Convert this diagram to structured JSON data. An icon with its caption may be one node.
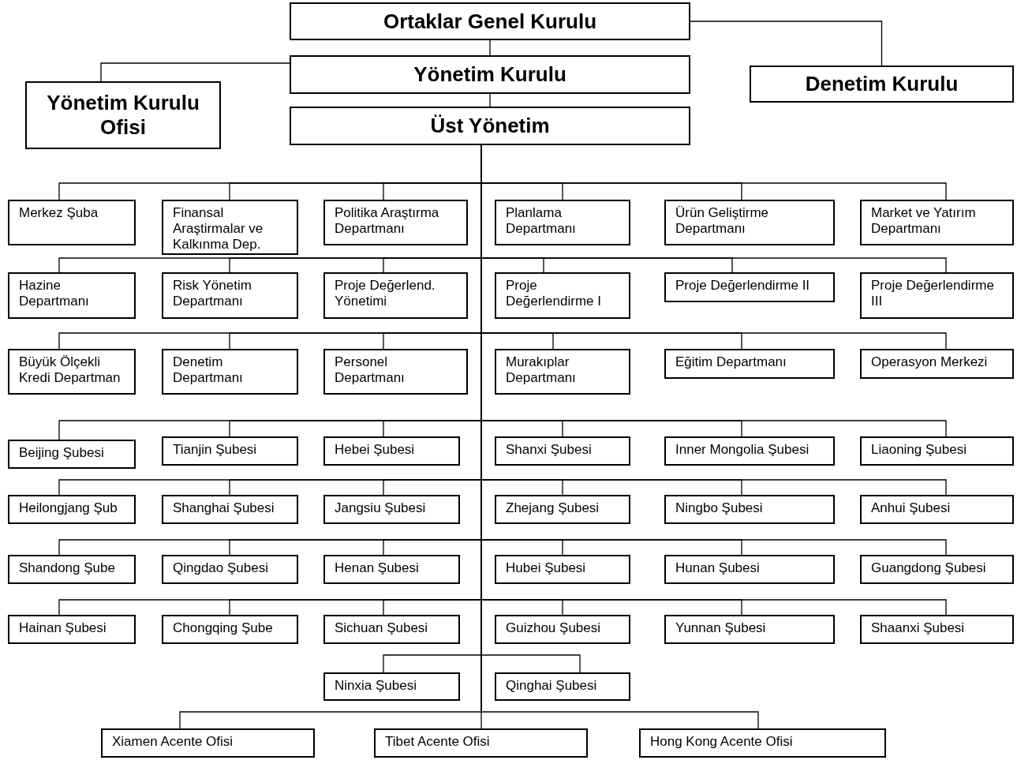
{
  "diagram": {
    "nodes": [
      {
        "text": [
          "Ortaklar Genel Kurulu"
        ]
      },
      {
        "text": [
          "Yönetim Kurulu Ofisi"
        ]
      },
      {
        "text": [
          "Yönetim Kurulu"
        ]
      },
      {
        "text": [
          "Denetim Kurulu"
        ]
      },
      {
        "text": [
          "Üst Yönetim"
        ]
      },
      {
        "text": [
          "Merkez Şuba"
        ]
      },
      {
        "text": [
          "Finansal Araştirmalar ve Kalkınma Dep."
        ]
      },
      {
        "text": [
          "Politika Araştırma Departmanı"
        ]
      },
      {
        "text": [
          "Planlama Departmanı"
        ]
      },
      {
        "text": [
          "Ürün Geliştirme Departmanı"
        ]
      },
      {
        "text": [
          "Market ve Yatırım Departmanı"
        ]
      },
      {
        "text": [
          "Hazine Departmanı"
        ]
      },
      {
        "text": [
          "Risk Yönetim Departmanı"
        ]
      },
      {
        "text": [
          "Proje Değerlend. Yönetimi"
        ]
      },
      {
        "text": [
          "Proje Değerlendirme I"
        ]
      },
      {
        "text": [
          "Proje Değerlendirme II"
        ]
      },
      {
        "text": [
          "Proje Değerlendirme III"
        ]
      },
      {
        "text": [
          "Büyük Ölçekli Kredi Departman"
        ]
      },
      {
        "text": [
          "Denetim Departmanı"
        ]
      },
      {
        "text": [
          "Personel Departmanı"
        ]
      },
      {
        "text": [
          "Murakıplar Departmanı"
        ]
      },
      {
        "text": [
          "Eğitim Departmanı"
        ]
      },
      {
        "text": [
          "Operasyon Merkezi"
        ]
      },
      {
        "text": [
          "Beijing Şubesi"
        ]
      },
      {
        "text": [
          "Tianjin Şubesi"
        ]
      },
      {
        "text": [
          "Hebei Şubesi"
        ]
      },
      {
        "text": [
          "Shanxi Şubesi"
        ]
      },
      {
        "text": [
          "Inner Mongolia Şubesi"
        ]
      },
      {
        "text": [
          "Liaoning Şubesi"
        ]
      },
      {
        "text": [
          "Heilongjang Şub"
        ]
      },
      {
        "text": [
          "Shanghai Şubesi"
        ]
      },
      {
        "text": [
          "Jangsiu Şubesi"
        ]
      },
      {
        "text": [
          "Zhejang Şubesi"
        ]
      },
      {
        "text": [
          "Ningbo Şubesi"
        ]
      },
      {
        "text": [
          "Anhui Şubesi"
        ]
      },
      {
        "text": [
          "Shandong Şube"
        ]
      },
      {
        "text": [
          "Qingdao Şubesi"
        ]
      },
      {
        "text": [
          "Henan Şubesi"
        ]
      },
      {
        "text": [
          "Hubei Şubesi"
        ]
      },
      {
        "text": [
          "Hunan Şubesi"
        ]
      },
      {
        "text": [
          "Guangdong Şubesi"
        ]
      },
      {
        "text": [
          "Hainan Şubesi"
        ]
      },
      {
        "text": [
          "Chongqing Şube"
        ]
      },
      {
        "text": [
          "Sichuan Şubesi"
        ]
      },
      {
        "text": [
          "Guizhou Şubesi"
        ]
      },
      {
        "text": [
          "Yunnan Şubesi"
        ]
      },
      {
        "text": [
          "Shaanxi Şubesi"
        ]
      },
      {
        "text": [
          "Ninxia Şubesi"
        ]
      },
      {
        "text": [
          "Qinghai Şubesi"
        ]
      },
      {
        "text": [
          "Xiamen Acente Ofisi"
        ]
      },
      {
        "text": [
          "Tibet Acente Ofisi"
        ]
      },
      {
        "text": [
          "Hong Kong Acente Ofisi"
        ]
      }
    ],
    "edges": [
      {
        "from": 0,
        "to": 2,
        "arrow": "none"
      },
      {
        "from": 0,
        "to": 3,
        "arrow": "none"
      },
      {
        "from": 2,
        "to": 1,
        "arrow": "none"
      },
      {
        "from": 2,
        "to": 4,
        "arrow": "none"
      },
      {
        "from": 4,
        "to": 5,
        "arrow": "none"
      },
      {
        "from": 4,
        "to": 6,
        "arrow": "none"
      },
      {
        "from": 4,
        "to": 7,
        "arrow": "none"
      },
      {
        "from": 4,
        "to": 8,
        "arrow": "none"
      },
      {
        "from": 4,
        "to": 9,
        "arrow": "none"
      },
      {
        "from": 4,
        "to": 10,
        "arrow": "none"
      },
      {
        "from": 4,
        "to": 11,
        "arrow": "none"
      },
      {
        "from": 4,
        "to": 12,
        "arrow": "none"
      },
      {
        "from": 4,
        "to": 13,
        "arrow": "none"
      },
      {
        "from": 4,
        "to": 14,
        "arrow": "none"
      },
      {
        "from": 4,
        "to": 15,
        "arrow": "none"
      },
      {
        "from": 4,
        "to": 16,
        "arrow": "none"
      },
      {
        "from": 4,
        "to": 17,
        "arrow": "none"
      },
      {
        "from": 4,
        "to": 18,
        "arrow": "none"
      },
      {
        "from": 4,
        "to": 19,
        "arrow": "none"
      },
      {
        "from": 4,
        "to": 20,
        "arrow": "none"
      },
      {
        "from": 4,
        "to": 21,
        "arrow": "none"
      },
      {
        "from": 4,
        "to": 22,
        "arrow": "none"
      },
      {
        "from": 4,
        "to": 23,
        "arrow": "none"
      },
      {
        "from": 4,
        "to": 24,
        "arrow": "none"
      },
      {
        "from": 4,
        "to": 25,
        "arrow": "none"
      },
      {
        "from": 4,
        "to": 26,
        "arrow": "none"
      },
      {
        "from": 4,
        "to": 27,
        "arrow": "none"
      },
      {
        "from": 4,
        "to": 28,
        "arrow": "none"
      },
      {
        "from": 4,
        "to": 29,
        "arrow": "none"
      },
      {
        "from": 4,
        "to": 30,
        "arrow": "none"
      },
      {
        "from": 4,
        "to": 31,
        "arrow": "none"
      },
      {
        "from": 4,
        "to": 32,
        "arrow": "none"
      },
      {
        "from": 4,
        "to": 33,
        "arrow": "none"
      },
      {
        "from": 4,
        "to": 34,
        "arrow": "none"
      },
      {
        "from": 4,
        "to": 35,
        "arrow": "none"
      },
      {
        "from": 4,
        "to": 36,
        "arrow": "none"
      },
      {
        "from": 4,
        "to": 37,
        "arrow": "none"
      },
      {
        "from": 4,
        "to": 38,
        "arrow": "none"
      },
      {
        "from": 4,
        "to": 39,
        "arrow": "none"
      },
      {
        "from": 4,
        "to": 40,
        "arrow": "none"
      },
      {
        "from": 4,
        "to": 41,
        "arrow": "none"
      },
      {
        "from": 4,
        "to": 42,
        "arrow": "none"
      },
      {
        "from": 4,
        "to": 43,
        "arrow": "none"
      },
      {
        "from": 4,
        "to": 44,
        "arrow": "none"
      },
      {
        "from": 4,
        "to": 45,
        "arrow": "none"
      },
      {
        "from": 4,
        "to": 46,
        "arrow": "none"
      },
      {
        "from": 4,
        "to": 47,
        "arrow": "none"
      },
      {
        "from": 4,
        "to": 48,
        "arrow": "none"
      },
      {
        "from": 4,
        "to": 49,
        "arrow": "none"
      },
      {
        "from": 4,
        "to": 50,
        "arrow": "none"
      },
      {
        "from": 4,
        "to": 51,
        "arrow": "none"
      }
    ]
  }
}
